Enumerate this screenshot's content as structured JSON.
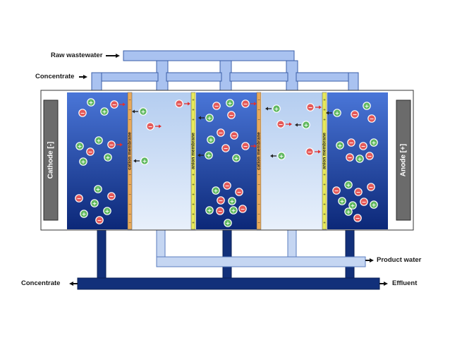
{
  "labels": {
    "raw_wastewater": "Raw wastewater",
    "concentrate_top": "Concentrate",
    "product_water": "Product water",
    "concentrate_bottom": "Concentrate",
    "effluent": "Effluent",
    "cathode": "Cathode [-]",
    "anode": "Anode [+]",
    "membranes": [
      "cation membrane",
      "anion membrane",
      "cation membrane",
      "anion membrane"
    ]
  },
  "ion_symbols": {
    "cation": "+",
    "anion": "−"
  },
  "colors": {
    "pipe_light": "#a9c2f0",
    "pipe_dark": "#12307a",
    "concentrate_top": "#4a76d8",
    "concentrate_bottom": "#0c2878",
    "diluate_top": "#b4cdf0",
    "diluate_bottom": "#e8f0fb",
    "electrode": "#6b6b6b",
    "cation_ion": "#5fb85f",
    "anion_ion": "#e45a5a",
    "cation_membrane": "#e8a95a",
    "anion_membrane": "#e6e85a",
    "arrow": "#e03030"
  }
}
